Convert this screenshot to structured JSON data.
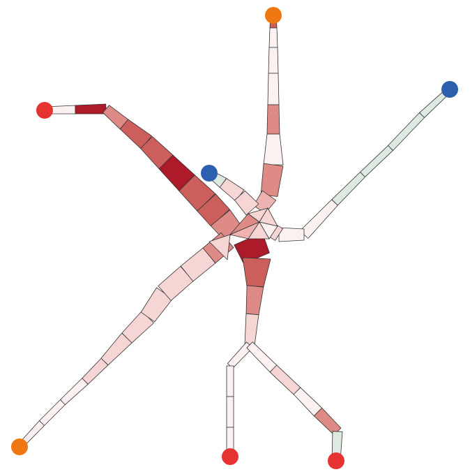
{
  "diagram": {
    "colors": {
      "very_low": "#dde9e1",
      "low": "#fbf1f1",
      "light": "#f6d6d4",
      "medium_light": "#eeb3b1",
      "medium": "#de8a86",
      "strong": "#cc5f5c",
      "strongest": "#ad1a2a",
      "terminal_red": "#e53331",
      "terminal_orange": "#ee7711",
      "terminal_blue": "#2d5fb0",
      "stroke": "#333333"
    },
    "terminals": [
      {
        "name": "terminal-top",
        "color": "terminal_orange"
      },
      {
        "name": "terminal-upper-left",
        "color": "terminal_red"
      },
      {
        "name": "terminal-upper-right",
        "color": "terminal_blue"
      },
      {
        "name": "terminal-inner-left",
        "color": "terminal_blue"
      },
      {
        "name": "terminal-bottom-left",
        "color": "terminal_orange"
      },
      {
        "name": "terminal-bottom-center",
        "color": "terminal_red"
      },
      {
        "name": "terminal-bottom-right",
        "color": "terminal_red"
      }
    ]
  }
}
